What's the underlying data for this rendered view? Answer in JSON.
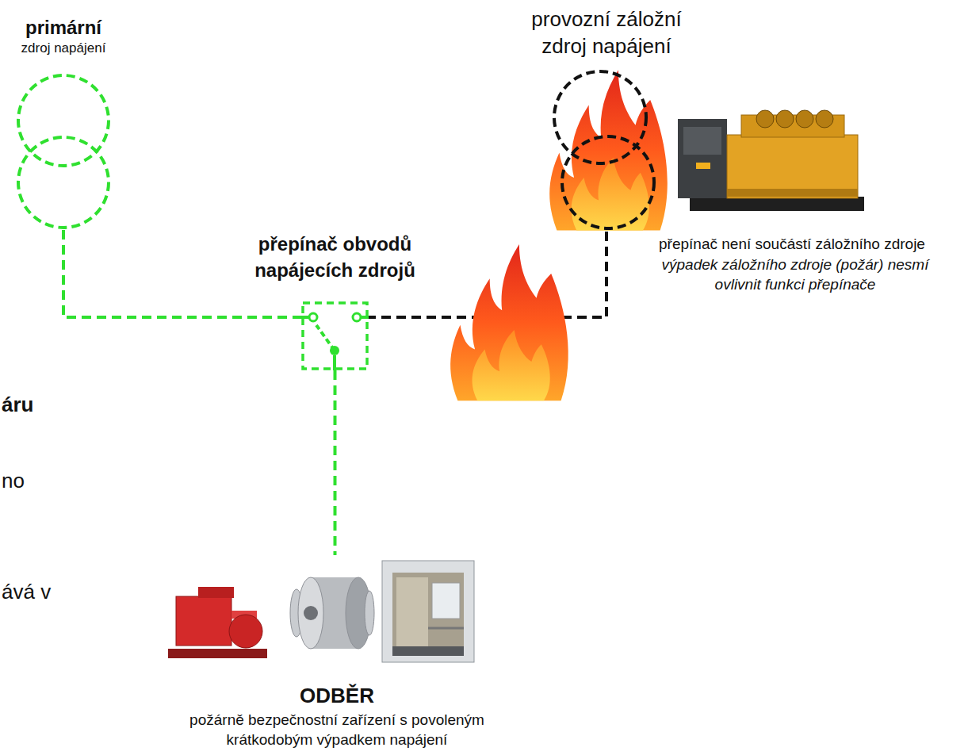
{
  "diagram": {
    "nodes": [
      {
        "text": [
          "primární",
          "zdroj napájení"
        ]
      },
      {
        "text": [
          "provozní záložní zdroj napájení"
        ]
      },
      {
        "text": [
          "přepínač obvodů napájecích zdrojů"
        ]
      },
      {
        "text": [
          "ODBĚR",
          "požárně bezpečnostní zařízení s povoleným krátkodobým výpadkem napájení"
        ]
      }
    ],
    "edges": [
      {
        "from": 0,
        "to": 2,
        "arrow": "none"
      },
      {
        "from": 1,
        "to": 2,
        "arrow": "none"
      },
      {
        "from": 2,
        "to": 3,
        "arrow": "none"
      }
    ],
    "labels": [
      "přepínač není součástí záložního zdroje",
      "výpadek záložního zdroje (požár) nesmí ovlivnit funkci přepínače",
      "áru",
      "no",
      "ává v"
    ]
  }
}
